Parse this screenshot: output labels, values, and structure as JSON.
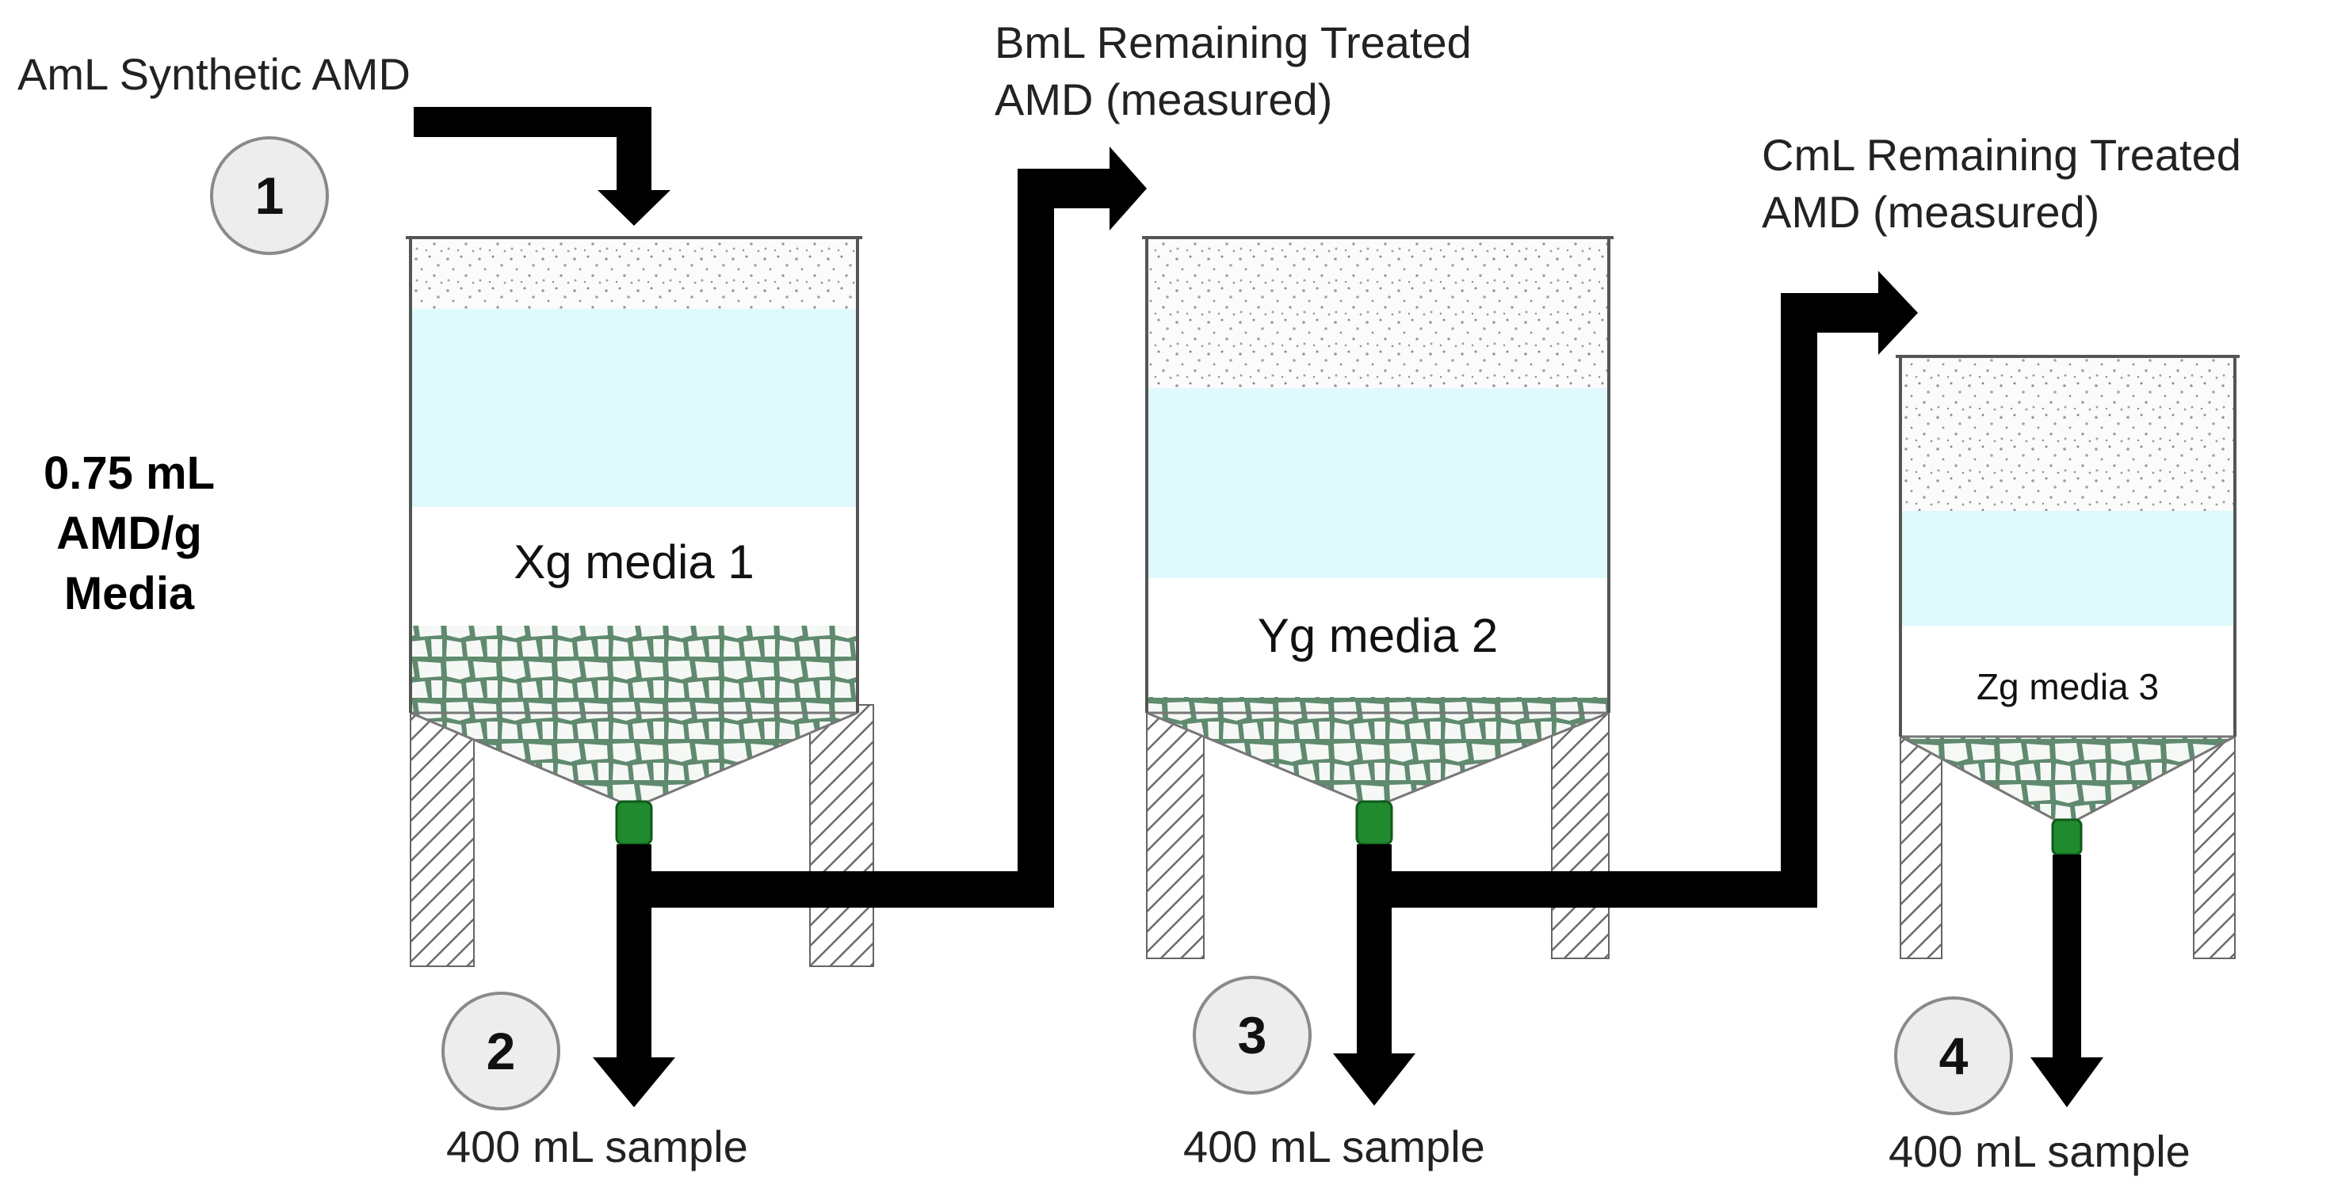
{
  "labels": {
    "input": "AmL Synthetic AMD",
    "remaining_b_line1": "BmL Remaining Treated",
    "remaining_b_line2": "AMD (measured)",
    "remaining_c_line1": "CmL Remaining Treated",
    "remaining_c_line2": "AMD (measured)",
    "ratio_line1": "0.75 mL",
    "ratio_line2": "AMD/g",
    "ratio_line3": "Media"
  },
  "columns": [
    {
      "media_label": "Xg media 1",
      "sample_label": "400 mL sample",
      "step": "2"
    },
    {
      "media_label": "Yg media 2",
      "sample_label": "400 mL sample",
      "step": "3"
    },
    {
      "media_label": "Zg media 3",
      "sample_label": "400 mL sample",
      "step": "4"
    }
  ],
  "steps": {
    "input_step": "1"
  },
  "colors": {
    "water": "#dff9fd",
    "gravel": "#5f8a6e",
    "valve": "#1f8a2e",
    "arrow": "#000000",
    "badge_fill": "#ededed"
  }
}
